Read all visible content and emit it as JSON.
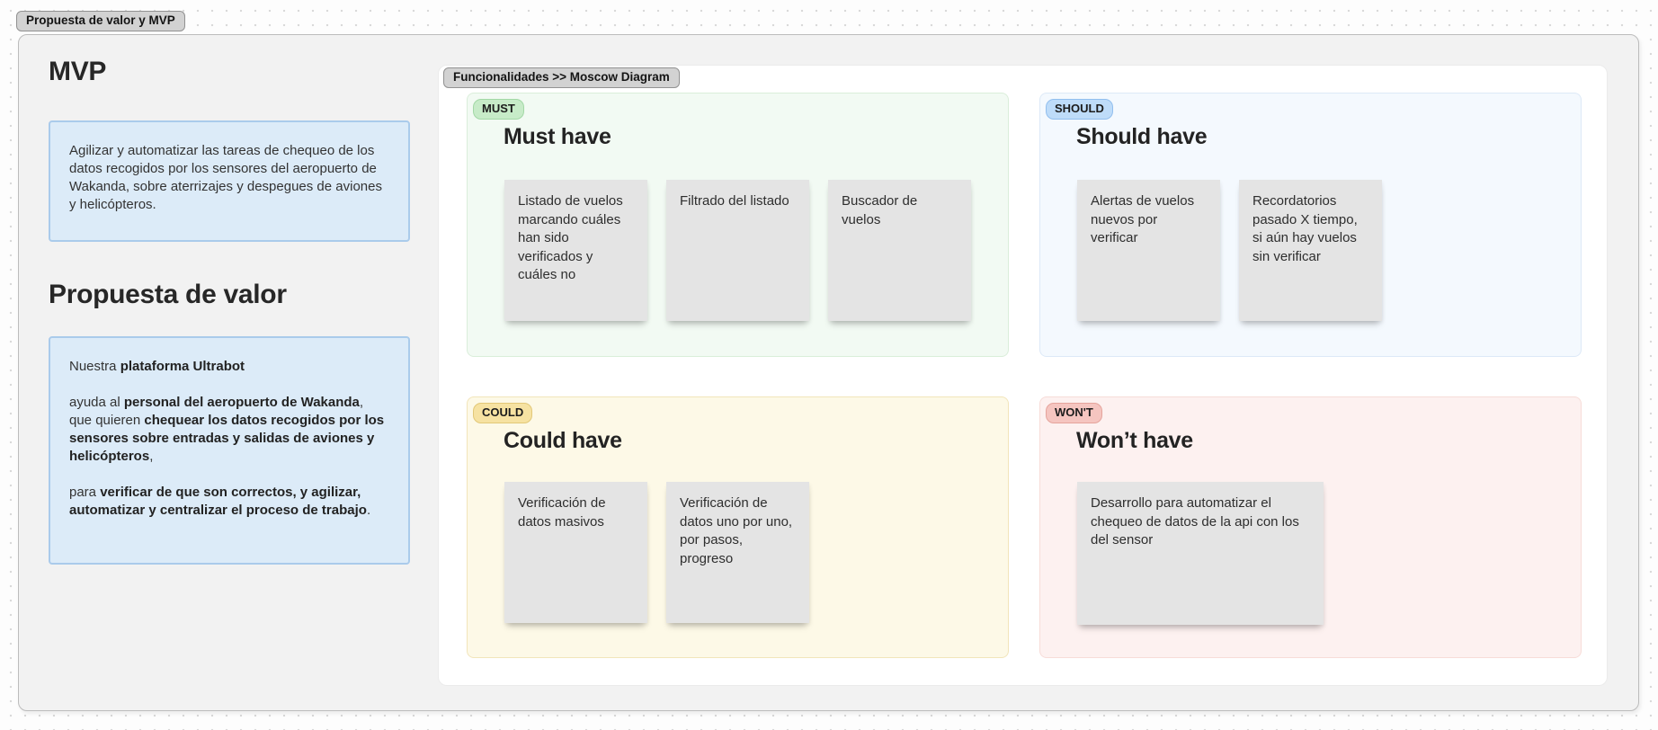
{
  "frame_tag": "Propuesta de valor y MVP",
  "section_tag": "Funcionalidades >> Moscow Diagram",
  "left_panel": {
    "mvp_title": "MVP",
    "mvp_description": "Agilizar y automatizar las tareas de chequeo de los datos recogidos por los sensores del aeropuerto de Wakanda, sobre aterrizajes y despegues de aviones y helicópteros.",
    "value_title": "Propuesta de valor",
    "value_paragraphs": [
      [
        {
          "text": "Nuestra ",
          "bold": false
        },
        {
          "text": "plataforma Ultrabot",
          "bold": true
        }
      ],
      [
        {
          "text": "ayuda al ",
          "bold": false
        },
        {
          "text": "personal del aeropuerto de Wakanda",
          "bold": true
        },
        {
          "text": ", que quieren ",
          "bold": false
        },
        {
          "text": "chequear los datos recogidos por los sensores sobre entradas y salidas de aviones y helicópteros",
          "bold": true
        },
        {
          "text": ",",
          "bold": false
        }
      ],
      [
        {
          "text": "para ",
          "bold": false
        },
        {
          "text": "verificar de que son correctos, y agilizar, automatizar y centralizar el proceso de trabajo",
          "bold": true
        },
        {
          "text": ".",
          "bold": false
        }
      ]
    ]
  },
  "quadrants": [
    {
      "id": "must",
      "pill": "MUST",
      "title": "Must have",
      "colors": {
        "background": "#f2faf3",
        "border": "#daeeda",
        "pill_background": "#c7ebc8",
        "pill_border": "#a3d8a6"
      },
      "notes": [
        "Listado de vuelos marcando cuáles han sido verificados y cuáles no",
        "Filtrado del listado",
        "Buscador de vuelos"
      ]
    },
    {
      "id": "should",
      "pill": "SHOULD",
      "title": "Should have",
      "colors": {
        "background": "#f4f9fe",
        "border": "#dde9f7",
        "pill_background": "#bedcf9",
        "pill_border": "#92bfee"
      },
      "notes": [
        "Alertas de vuelos nuevos por verificar",
        "Recordatorios pasado X tiempo, si aún hay vuelos sin verificar"
      ]
    },
    {
      "id": "could",
      "pill": "COULD",
      "title": "Could have",
      "colors": {
        "background": "#fdf9e7",
        "border": "#f2e5ba",
        "pill_background": "#f6e2a2",
        "pill_border": "#e2c878"
      },
      "notes": [
        "Verificación de datos masivos",
        "Verificación de datos uno por uno, por pasos, progreso"
      ]
    },
    {
      "id": "wont",
      "pill": "WON'T",
      "title": "Won’t have",
      "colors": {
        "background": "#fdf1f0",
        "border": "#f7dcd8",
        "pill_background": "#f5c5c0",
        "pill_border": "#e5a49c"
      },
      "notes": [
        "Desarrollo para automatizar el chequeo de datos de la api con los del sensor"
      ]
    }
  ],
  "colors": {
    "canvas_background": "#fdfdfd",
    "frame_background": "#f2f2f2",
    "tag_background": "#d2d2d2",
    "info_box_background": "#dcebf8",
    "info_box_border": "#aacbeb",
    "card_background": "#ffffff",
    "sticky_note": "#e4e4e4"
  }
}
